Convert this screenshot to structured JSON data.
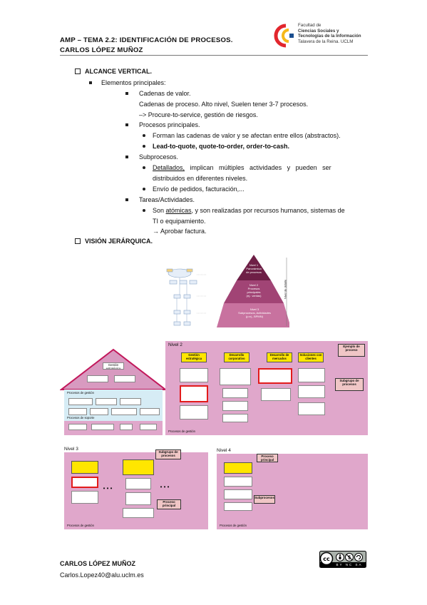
{
  "header": {
    "title_line1": "AMP – TEMA 2.2: IDENTIFICACIÓN DE PROCESOS.",
    "title_line2": "CARLOS LÓPEZ MUÑOZ",
    "logo": {
      "line1": "Facultad de",
      "line2": "Ciencias Sociales y",
      "line3": "Tecnologías de la Información",
      "line4": "Talavera de la Reina. UCLM",
      "colors": {
        "red": "#e2262d",
        "yellow": "#f6b81a",
        "blue": "#1a4e8f"
      }
    }
  },
  "content": {
    "alcance_heading": "ALCANCE VERTICAL.",
    "elementos": "Elementos principales:",
    "cadenas_valor": "Cadenas de valor.",
    "cadenas_proceso": "Cadenas de proceso. Alto nivel, Suelen tener 3-7 procesos.",
    "procure": "–> Procure-to-service, gestión de riesgos.",
    "procesos_principales": "Procesos principales.",
    "forman": "Forman las cadenas de valor y se afectan entre ellos (abstractos).",
    "lead": "Lead-to-quote, quote-to-order, order-to-cash.",
    "subprocesos": "Subprocesos.",
    "detallados_u": "Detallados,",
    "detallados_rest": " implican múltiples actividades y pueden ser",
    "distribuidos": "distribuidos en diferentes niveles.",
    "envio": "Envío de pedidos, facturación,...",
    "tareas": "Tareas/Actividades.",
    "son": "Son ",
    "atomicas": "atómicas",
    "son_rest": ", y son realizadas por recursos humanos, sistemas de",
    "ti": "TI o equipamiento.",
    "aprobar": "→ Aprobar factura.",
    "vision_heading": "VISIÓN JERÁRQUICA."
  },
  "figures": {
    "pyramid": {
      "top": "Nivel 1\nPanorámica\nde procesos",
      "mid": "Nivel 2\nProcesos\nprincipales\n(ej.: ventas)",
      "bottom": "Nivel 3\nSubprocesos, Actividades\n(p.ej., BPMN)",
      "side": "Nivel de detalle"
    },
    "nivel2": {
      "label": "Nivel 2",
      "cols": [
        "Gestión estratégica",
        "Desarrollo corporativo",
        "Desarrollo de mercados",
        "Soluciones con clientes"
      ],
      "callout_proceso": "Ejemplo de proceso",
      "callout_sub": "Subgrupo de procesos",
      "footer": "Procesos de gestión"
    },
    "house": {
      "roof": "Gestión estratégica",
      "label_mgmt": "Procesos de gestión",
      "label_support": "Procesos de soporte"
    },
    "nivel3": {
      "label": "Nivel 3",
      "callout": "Subgrupo de procesos",
      "callout2": "Proceso principal",
      "footer": "Procesos de gestión"
    },
    "nivel4": {
      "label": "Nivel 4",
      "callout": "Proceso principal",
      "callout2": "Subprocesos",
      "footer": "Procesos de gestión"
    }
  },
  "footer": {
    "name": "CARLOS LÓPEZ MUÑOZ",
    "email": "Carlos.Lopez40@alu.uclm.es",
    "license": "BY NC SA"
  }
}
